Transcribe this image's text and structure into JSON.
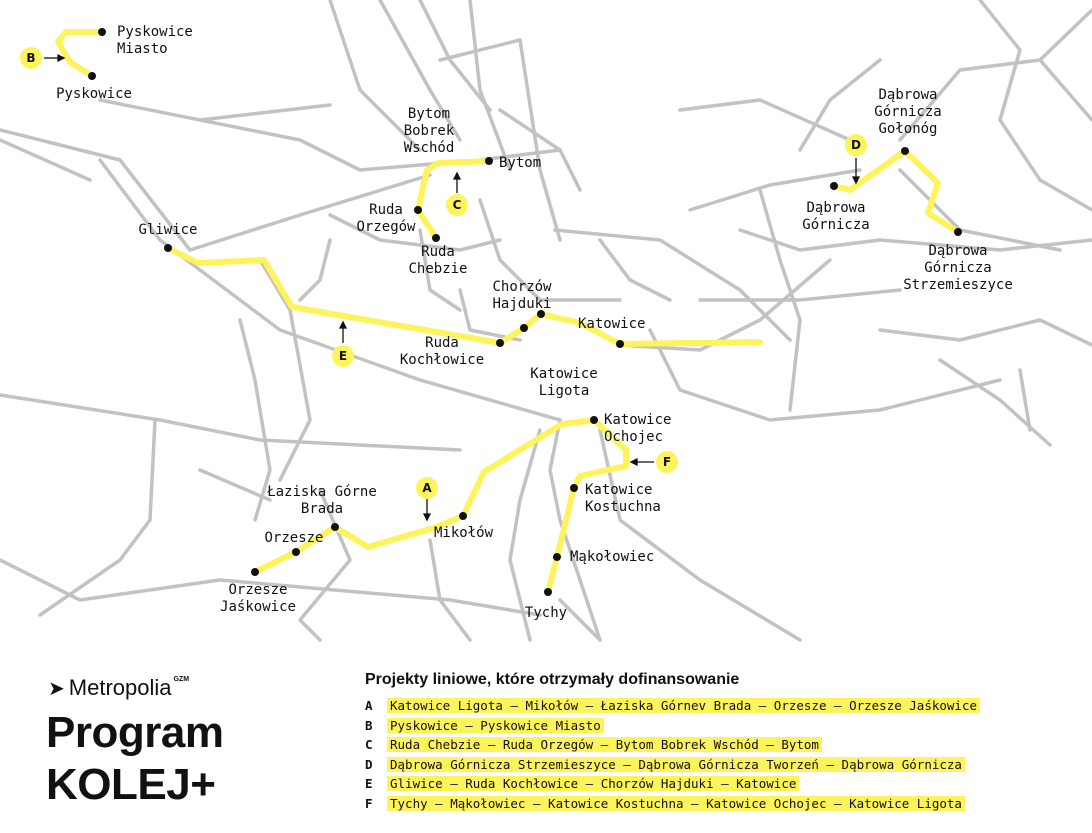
{
  "map": {
    "stations": {
      "pyskowice_miasto": "Pyskowice\nMiasto",
      "pyskowice": "Pyskowice",
      "gliwice": "Gliwice",
      "bytom_bobrek": "Bytom\nBobrek\nWschód",
      "bytom": "Bytom",
      "ruda_orzegow": "Ruda\nOrzegów",
      "ruda_chebzie": "Ruda\nChebzie",
      "chorzow_hajduki": "Chorzów\nHajduki",
      "katowice": "Katowice",
      "ruda_kochlowice": "Ruda\nKochłowice",
      "katowice_ligota": "Katowice\nLigota",
      "katowice_ochojec": "Katowice\nOchojec",
      "katowice_kostuchna": "Katowice\nKostuchna",
      "makolowiec": "Mąkołowiec",
      "tychy": "Tychy",
      "mikolow": "Mikołów",
      "laziska": "Łaziska Górne\nBrada",
      "orzesze": "Orzesze",
      "orzesze_jaskowice": "Orzesze\nJaśkowice",
      "dabrowa_golonog": "Dąbrowa\nGórnicza\nGołonóg",
      "dabrowa": "Dąbrowa\nGórnicza",
      "dabrowa_strzemieszyce": "Dąbrowa\nGórnicza\nStrzemieszyce"
    },
    "badges": {
      "a": "A",
      "b": "B",
      "c": "C",
      "d": "D",
      "e": "E",
      "f": "F"
    },
    "colors": {
      "project_line": "#fdf35a",
      "rail": "#bdbdbd",
      "dot": "#111111"
    }
  },
  "brand": {
    "name": "Metropolia",
    "sup": "GZM",
    "icon": "arrow-mark-icon"
  },
  "program": {
    "line1": "Program",
    "line2": "KOLEJ+"
  },
  "legend": {
    "title": "Projekty liniowe, które otrzymały dofinansowanie",
    "items": [
      {
        "letter": "A",
        "text": "Katowice Ligota – Mikołów – Łaziska Górnev Brada – Orzesze – Orzesze Jaśkowice"
      },
      {
        "letter": "B",
        "text": "Pyskowice – Pyskowice Miasto"
      },
      {
        "letter": "C",
        "text": "Ruda Chebzie – Ruda Orzegów – Bytom Bobrek Wschód – Bytom"
      },
      {
        "letter": "D",
        "text": "Dąbrowa Górnicza Strzemieszyce – Dąbrowa Górnicza Tworzeń – Dąbrowa Górnicza"
      },
      {
        "letter": "E",
        "text": "Gliwice – Ruda Kochłowice – Chorzów Hajduki – Katowice"
      },
      {
        "letter": "F",
        "text": "Tychy – Mąkołowiec – Katowice Kostuchna – Katowice Ochojec – Katowice Ligota"
      }
    ]
  }
}
